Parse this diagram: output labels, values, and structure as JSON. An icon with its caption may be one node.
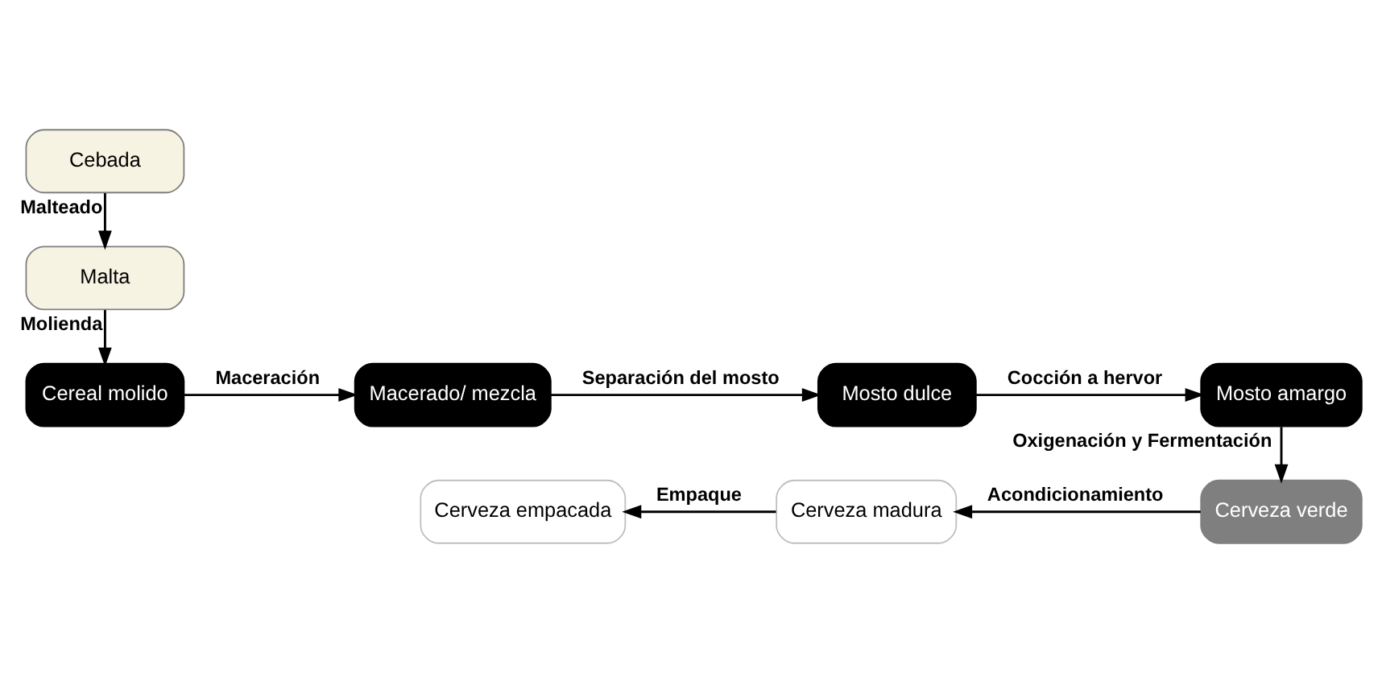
{
  "diagram": {
    "nodes": [
      {
        "text": [
          "Cebada"
        ]
      },
      {
        "text": [
          "Malta"
        ]
      },
      {
        "text": [
          "Cereal molido"
        ]
      },
      {
        "text": [
          "Macerado/ mezcla"
        ]
      },
      {
        "text": [
          "Mosto dulce"
        ]
      },
      {
        "text": [
          "Mosto amargo"
        ]
      },
      {
        "text": [
          "Cerveza verde"
        ]
      },
      {
        "text": [
          "Cerveza madura"
        ]
      },
      {
        "text": [
          "Cerveza empacada"
        ]
      }
    ],
    "edges": [
      {
        "from": 0,
        "to": 1,
        "arrow": "to",
        "label": "Malteado"
      },
      {
        "from": 1,
        "to": 2,
        "arrow": "to",
        "label": "Molienda"
      },
      {
        "from": 2,
        "to": 3,
        "arrow": "to",
        "label": "Maceración"
      },
      {
        "from": 3,
        "to": 4,
        "arrow": "to",
        "label": "Separación del mosto"
      },
      {
        "from": 4,
        "to": 5,
        "arrow": "to",
        "label": "Cocción a hervor"
      },
      {
        "from": 5,
        "to": 6,
        "arrow": "to",
        "label": "Oxigenación y Fermentación"
      },
      {
        "from": 6,
        "to": 7,
        "arrow": "to",
        "label": "Acondicionamiento"
      },
      {
        "from": 7,
        "to": 8,
        "arrow": "to",
        "label": "Empaque"
      }
    ]
  }
}
